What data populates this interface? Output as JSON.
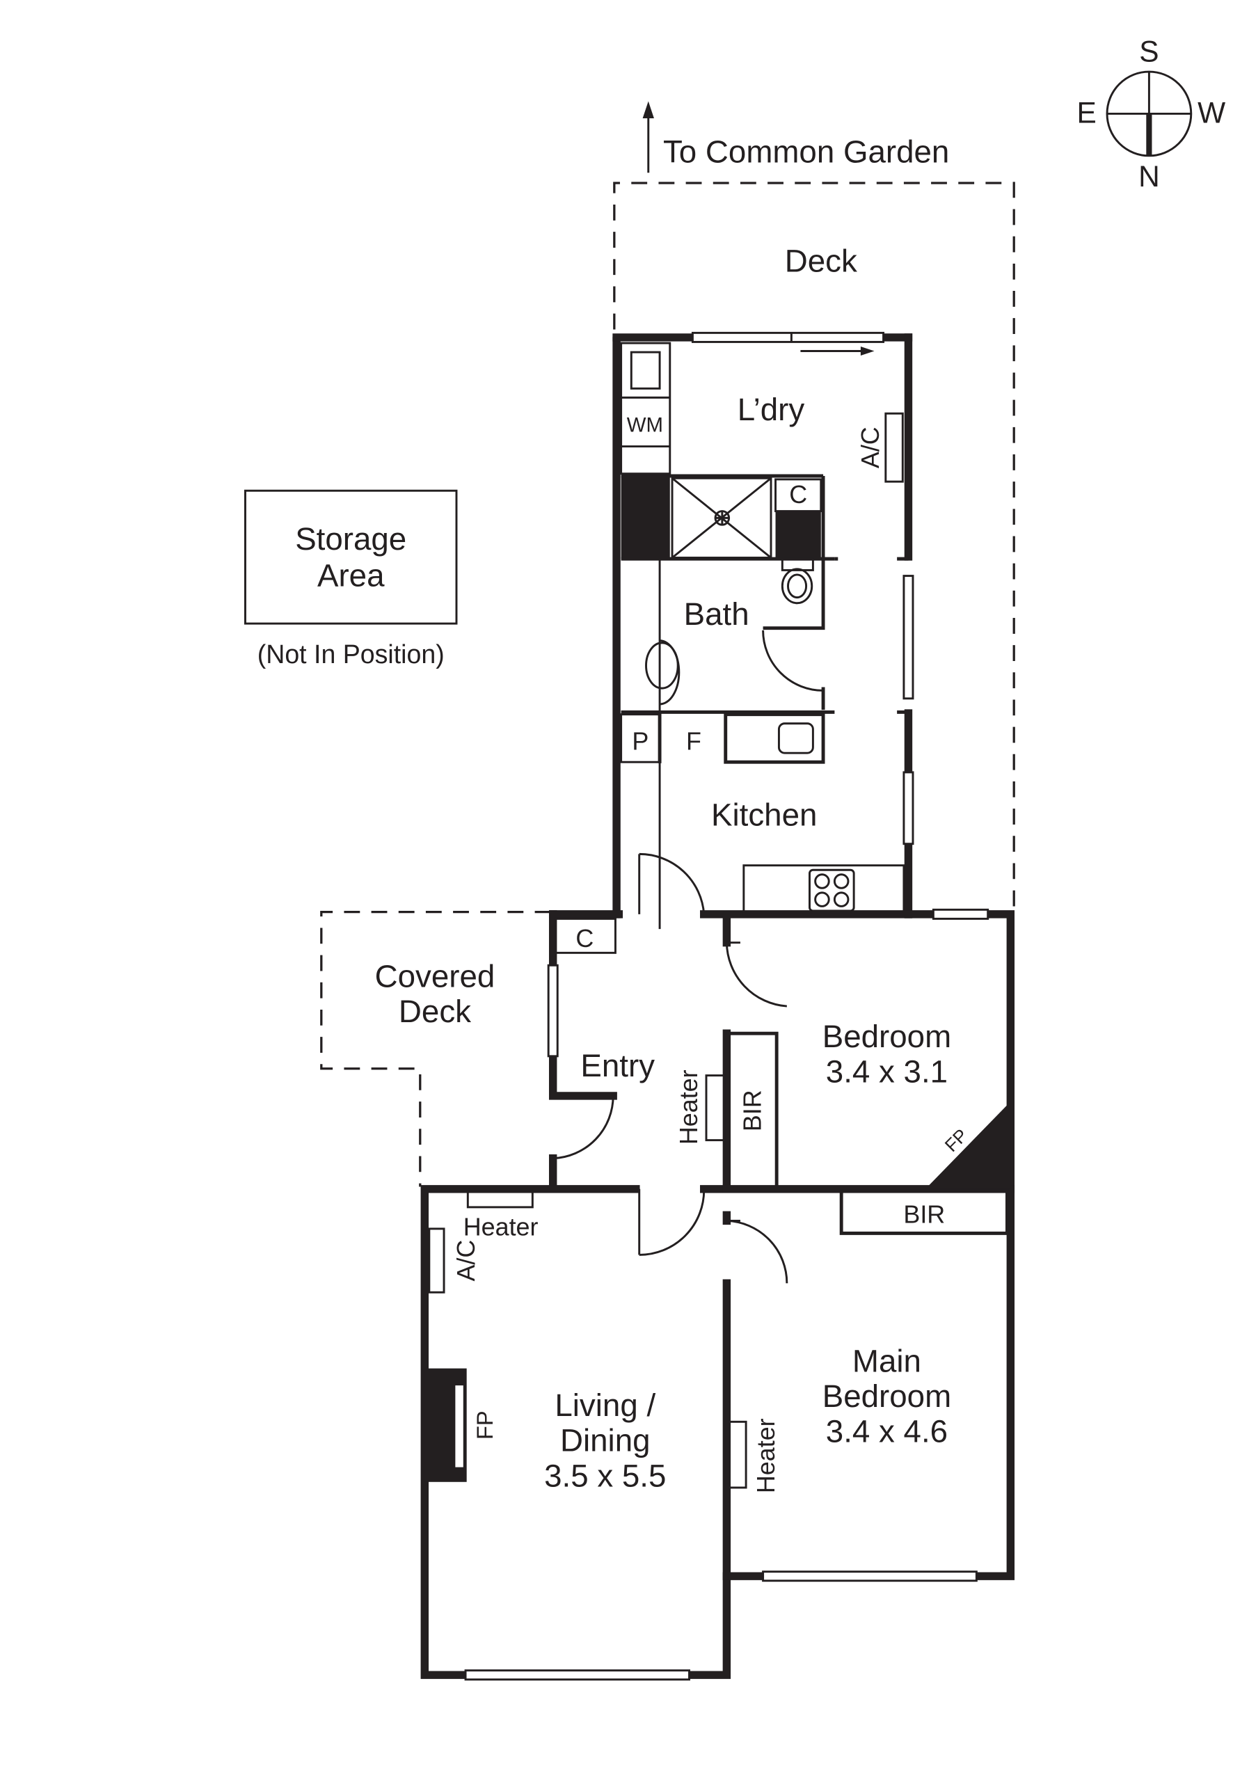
{
  "compass": {
    "north": "N",
    "south": "S",
    "east": "E",
    "west": "W"
  },
  "direction_note": "To Common Garden",
  "storage": {
    "line1": "Storage",
    "line2": "Area",
    "note": "(Not In Position)"
  },
  "rooms": {
    "deck": "Deck",
    "laundry": "L’dry",
    "wm": "WM",
    "ac_laundry": "A/C",
    "cupboard_bath": "C",
    "bath": "Bath",
    "pantry": "P",
    "fridge": "F",
    "kitchen": "Kitchen",
    "covered_deck": {
      "line1": "Covered",
      "line2": "Deck"
    },
    "cupboard_entry": "C",
    "entry": "Entry",
    "heater_entry": "Heater",
    "bir_bedroom": "BIR",
    "bedroom": {
      "name": "Bedroom",
      "size": "3.4 x 3.1"
    },
    "fp_bedroom": "FP",
    "bir_main": "BIR",
    "heater_living": "Heater",
    "ac_living": "A/C",
    "fp_living": "FP",
    "living": {
      "line1": "Living /",
      "line2": "Dining",
      "size": "3.5 x 5.5"
    },
    "heater_main": "Heater",
    "main_bedroom": {
      "line1": "Main",
      "line2": "Bedroom",
      "size": "3.4 x 4.6"
    }
  }
}
